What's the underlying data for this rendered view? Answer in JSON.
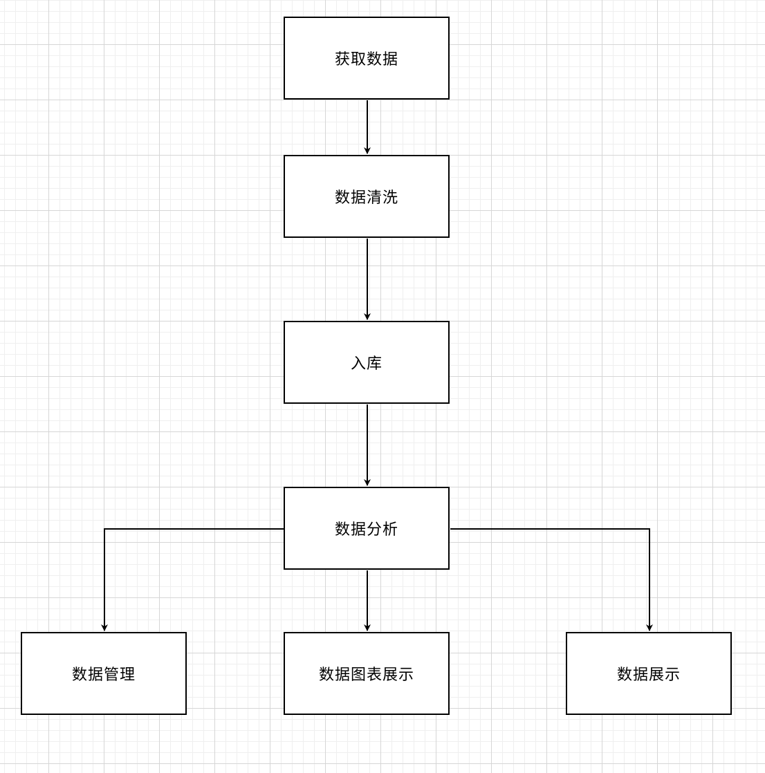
{
  "diagram": {
    "type": "flowchart",
    "nodes": [
      {
        "id": "acquire",
        "label": "获取数据"
      },
      {
        "id": "clean",
        "label": "数据清洗"
      },
      {
        "id": "store",
        "label": "入库"
      },
      {
        "id": "analyze",
        "label": "数据分析"
      },
      {
        "id": "manage",
        "label": "数据管理"
      },
      {
        "id": "chart_display",
        "label": "数据图表展示"
      },
      {
        "id": "display",
        "label": "数据展示"
      }
    ],
    "edges": [
      {
        "from": "acquire",
        "to": "clean"
      },
      {
        "from": "clean",
        "to": "store"
      },
      {
        "from": "store",
        "to": "analyze"
      },
      {
        "from": "analyze",
        "to": "manage"
      },
      {
        "from": "analyze",
        "to": "chart_display"
      },
      {
        "from": "analyze",
        "to": "display"
      }
    ],
    "colors": {
      "stroke": "#000000",
      "node_fill": "#ffffff",
      "grid": "#d6d6d6"
    }
  }
}
